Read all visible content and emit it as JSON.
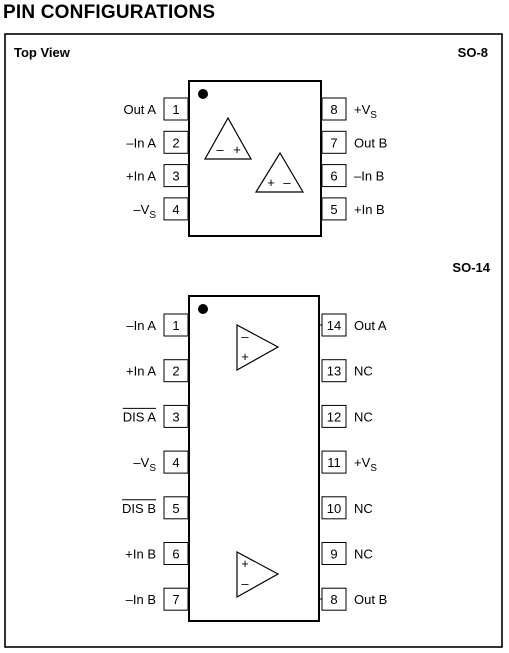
{
  "title": "PIN CONFIGURATIONS",
  "top_view_label": "Top View",
  "so8": {
    "package": "SO-8",
    "left_pins": [
      {
        "num": "1",
        "label": "Out A",
        "sub": ""
      },
      {
        "num": "2",
        "label": "–In A",
        "sub": ""
      },
      {
        "num": "3",
        "label": "+In A",
        "sub": ""
      },
      {
        "num": "4",
        "label": "–V",
        "sub": "S"
      }
    ],
    "right_pins": [
      {
        "num": "8",
        "label": "+V",
        "sub": "S"
      },
      {
        "num": "7",
        "label": "Out B",
        "sub": ""
      },
      {
        "num": "6",
        "label": "–In B",
        "sub": ""
      },
      {
        "num": "5",
        "label": "+In B",
        "sub": ""
      }
    ],
    "amp_a_signs": {
      "left": "–",
      "right": "+"
    },
    "amp_b_signs": {
      "left": "+",
      "right": "–"
    }
  },
  "so14": {
    "package": "SO-14",
    "left_pins": [
      {
        "num": "1",
        "label": "–In A",
        "sub": "",
        "overline": false
      },
      {
        "num": "2",
        "label": "+In A",
        "sub": "",
        "overline": false
      },
      {
        "num": "3",
        "label": "DIS A",
        "sub": "",
        "overline": true
      },
      {
        "num": "4",
        "label": "–V",
        "sub": "S",
        "overline": false
      },
      {
        "num": "5",
        "label": "DIS B",
        "sub": "",
        "overline": true
      },
      {
        "num": "6",
        "label": "+In B",
        "sub": "",
        "overline": false
      },
      {
        "num": "7",
        "label": "–In B",
        "sub": "",
        "overline": false
      }
    ],
    "right_pins": [
      {
        "num": "14",
        "label": "Out A",
        "sub": ""
      },
      {
        "num": "13",
        "label": "NC",
        "sub": ""
      },
      {
        "num": "12",
        "label": "NC",
        "sub": ""
      },
      {
        "num": "11",
        "label": "+V",
        "sub": "S"
      },
      {
        "num": "10",
        "label": "NC",
        "sub": ""
      },
      {
        "num": "9",
        "label": "NC",
        "sub": ""
      },
      {
        "num": "8",
        "label": "Out B",
        "sub": ""
      }
    ],
    "amp_a_signs": {
      "top": "–",
      "bottom": "+"
    },
    "amp_b_signs": {
      "top": "+",
      "bottom": "–"
    }
  }
}
